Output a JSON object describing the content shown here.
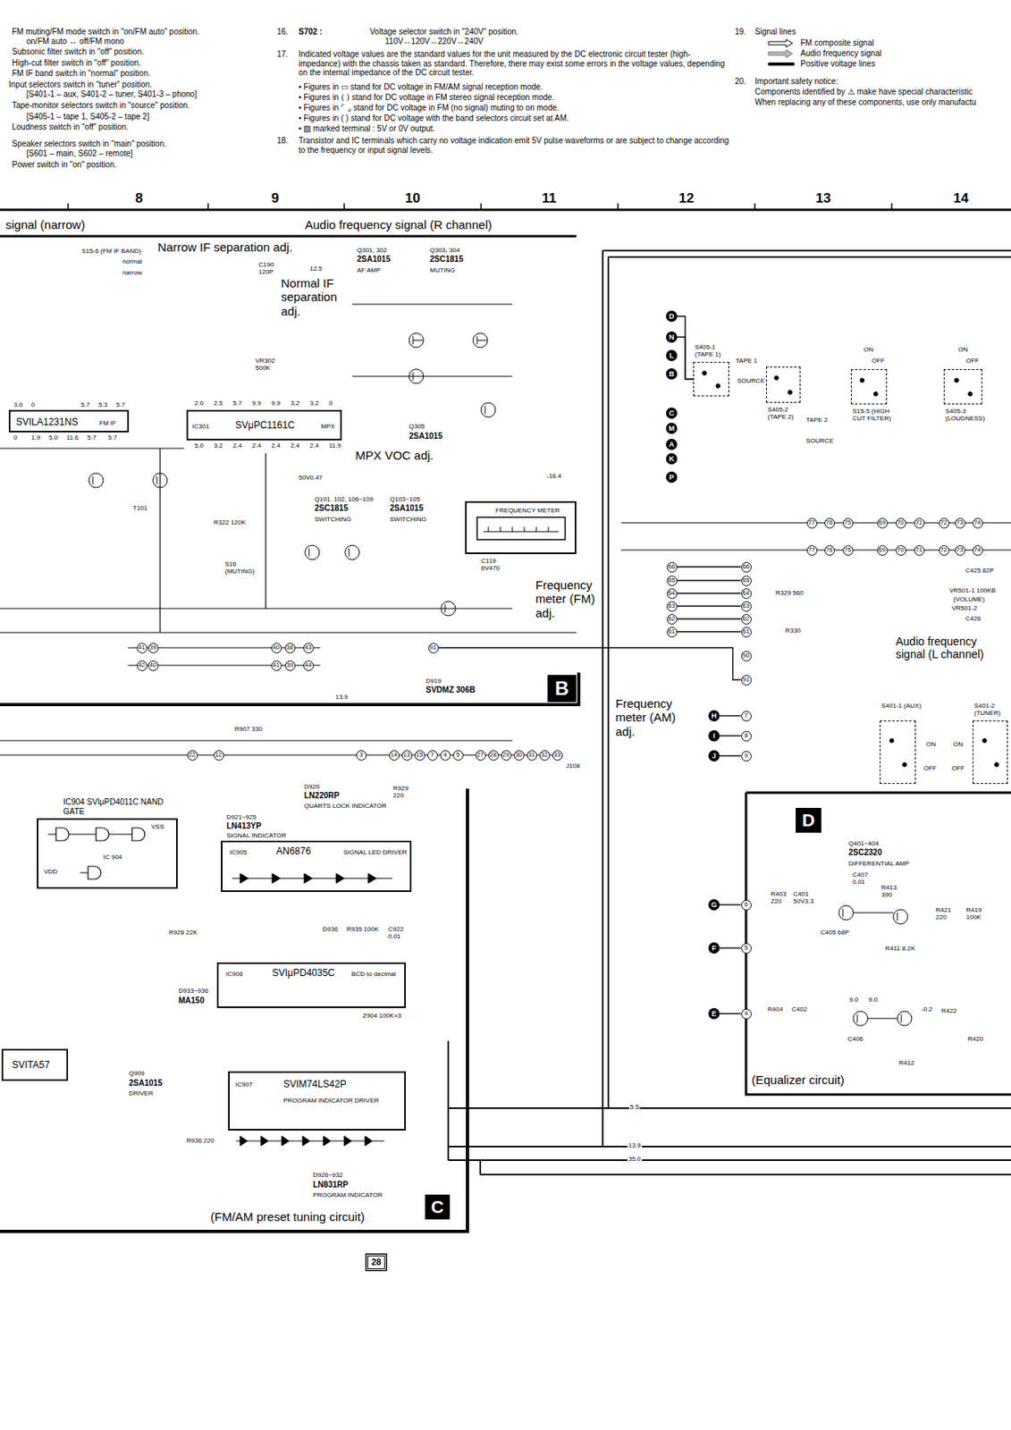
{
  "diagram": {
    "nodes": [
      {
        "text": [
          "B"
        ]
      },
      {
        "text": [
          "C"
        ]
      },
      {
        "text": [
          "D"
        ]
      },
      {
        "text": [
          "SVILA1231NS",
          "FM IF"
        ]
      },
      {
        "text": [
          "IC301",
          "SVμPC1161C",
          "MPX"
        ]
      },
      {
        "text": [
          "FREQUENCY METER"
        ]
      },
      {
        "text": [
          "IC904 SVIμPD4011C NAND GATE",
          "IC 904",
          "VDD",
          "VSS"
        ]
      },
      {
        "text": [
          "IC905",
          "AN6876",
          "SIGNAL LED DRIVER"
        ]
      },
      {
        "text": [
          "IC906",
          "SVIμPD4035C",
          "BCD to decimal"
        ]
      },
      {
        "text": [
          "IC907",
          "SVIM74LS42P",
          "PROGRAM INDICATOR DRIVER"
        ]
      },
      {
        "text": [
          "SVITA57"
        ]
      },
      {
        "text": [
          "S405-1 (TAPE 1)"
        ]
      },
      {
        "text": [
          "S405-2 (TAPE 2)"
        ]
      },
      {
        "text": [
          "S15-5 (HIGH CUT FILTER)"
        ]
      },
      {
        "text": [
          "S405-3 (LOUDNESS)"
        ]
      },
      {
        "text": [
          "S401-1 (AUX)"
        ]
      },
      {
        "text": [
          "S401-2 (TUNER)"
        ]
      },
      {
        "text": [
          "D"
        ]
      },
      {
        "text": [
          "N"
        ]
      },
      {
        "text": [
          "L"
        ]
      },
      {
        "text": [
          "B"
        ]
      },
      {
        "text": [
          "C"
        ]
      },
      {
        "text": [
          "M"
        ]
      },
      {
        "text": [
          "A"
        ]
      },
      {
        "text": [
          "K"
        ]
      },
      {
        "text": [
          "P"
        ]
      },
      {
        "text": [
          "H"
        ]
      },
      {
        "text": [
          "I"
        ]
      },
      {
        "text": [
          "J"
        ]
      },
      {
        "text": [
          "G"
        ]
      },
      {
        "text": [
          "F"
        ]
      },
      {
        "text": [
          "E"
        ]
      },
      {
        "text": [
          "66"
        ]
      },
      {
        "text": [
          "65"
        ]
      },
      {
        "text": [
          "64"
        ]
      },
      {
        "text": [
          "63"
        ]
      },
      {
        "text": [
          "62"
        ]
      },
      {
        "text": [
          "61"
        ]
      },
      {
        "text": [
          "66"
        ]
      },
      {
        "text": [
          "65"
        ]
      },
      {
        "text": [
          "64"
        ]
      },
      {
        "text": [
          "63"
        ]
      },
      {
        "text": [
          "62"
        ]
      },
      {
        "text": [
          "61"
        ]
      },
      {
        "text": [
          "90"
        ]
      },
      {
        "text": [
          "91"
        ]
      },
      {
        "text": [
          "7"
        ]
      },
      {
        "text": [
          "8"
        ]
      },
      {
        "text": [
          "9"
        ]
      },
      {
        "text": [
          "6"
        ]
      },
      {
        "text": [
          "5"
        ]
      },
      {
        "text": [
          "4"
        ]
      },
      {
        "text": [
          "77"
        ]
      },
      {
        "text": [
          "76"
        ]
      },
      {
        "text": [
          "75"
        ]
      },
      {
        "text": [
          "69"
        ]
      },
      {
        "text": [
          "70"
        ]
      },
      {
        "text": [
          "71"
        ]
      },
      {
        "text": [
          "72"
        ]
      },
      {
        "text": [
          "73"
        ]
      },
      {
        "text": [
          "74"
        ]
      },
      {
        "text": [
          "77"
        ]
      },
      {
        "text": [
          "76"
        ]
      },
      {
        "text": [
          "75"
        ]
      },
      {
        "text": [
          "69"
        ]
      },
      {
        "text": [
          "70"
        ]
      },
      {
        "text": [
          "71"
        ]
      },
      {
        "text": [
          "72"
        ]
      },
      {
        "text": [
          "73"
        ]
      },
      {
        "text": [
          "74"
        ]
      },
      {
        "text": [
          "41"
        ]
      },
      {
        "text": [
          "39"
        ]
      },
      {
        "text": [
          "40"
        ]
      },
      {
        "text": [
          "38"
        ]
      },
      {
        "text": [
          "43"
        ]
      },
      {
        "text": [
          "42"
        ]
      },
      {
        "text": [
          "40"
        ]
      },
      {
        "text": [
          "41"
        ]
      },
      {
        "text": [
          "39"
        ]
      },
      {
        "text": [
          "44"
        ]
      },
      {
        "text": [
          "91"
        ]
      },
      {
        "text": [
          "22"
        ]
      },
      {
        "text": [
          "12"
        ]
      },
      {
        "text": [
          "3"
        ]
      },
      {
        "text": [
          "14"
        ]
      },
      {
        "text": [
          "13"
        ]
      },
      {
        "text": [
          "15"
        ]
      },
      {
        "text": [
          "7"
        ]
      },
      {
        "text": [
          "4"
        ]
      },
      {
        "text": [
          "5"
        ]
      },
      {
        "text": [
          "27"
        ]
      },
      {
        "text": [
          "28"
        ]
      },
      {
        "text": [
          "29"
        ]
      },
      {
        "text": [
          "30"
        ]
      },
      {
        "text": [
          "31"
        ]
      },
      {
        "text": [
          "32"
        ]
      },
      {
        "text": [
          "33"
        ]
      },
      {
        "text": [
          "28"
        ]
      }
    ],
    "edges": [
      {
        "from": 17,
        "to": 11,
        "arrow": "none"
      },
      {
        "from": 18,
        "to": 11,
        "arrow": "none"
      },
      {
        "from": 26,
        "to": 46,
        "arrow": "none"
      },
      {
        "from": 27,
        "to": 47,
        "arrow": "none"
      },
      {
        "from": 28,
        "to": 48,
        "arrow": "none"
      },
      {
        "from": 29,
        "to": 49,
        "arrow": "none"
      },
      {
        "from": 30,
        "to": 50,
        "arrow": "none"
      },
      {
        "from": 31,
        "to": 51,
        "arrow": "none"
      },
      {
        "from": 32,
        "to": 38,
        "arrow": "none"
      },
      {
        "from": 33,
        "to": 39,
        "arrow": "none"
      },
      {
        "from": 34,
        "to": 40,
        "arrow": "none"
      },
      {
        "from": 35,
        "to": 41,
        "arrow": "none"
      },
      {
        "from": 36,
        "to": 42,
        "arrow": "none"
      },
      {
        "from": 37,
        "to": 43,
        "arrow": "none"
      },
      {
        "from": 80,
        "to": 45,
        "arrow": "none"
      }
    ],
    "labels": [
      "FM muting/FM mode switch in \"on/FM auto\" position.",
      "on/FM auto ↔ off/FM mono",
      "Subsonic filter switch in \"off\" position.",
      "High-cut filter switch in \"off\" position.",
      "FM IF band switch in \"normal\" position.",
      "Input selectors switch in \"tuner\" position.",
      "[S401-1 – aux, S401-2 – tuner, S401-3 – phono]",
      "Tape-monitor selectors switch in \"source\" position.",
      "[S405-1 – tape 1, S405-2 – tape 2]",
      "Loudness switch in \"off\" position.",
      "Speaker selectors switch in \"main\" position.",
      "[S601 – main, S602 – remote]",
      "Power switch in \"on\" position.",
      "16.",
      "S702 :",
      "Voltage selector switch in \"240V\" position.",
      "110V↔120V↔220V↔240V",
      "17.",
      "Indicated voltage values are the standard values for the unit measured by the DC electronic circuit tester (high-impedance) with the chassis taken as standard. Therefore, there may exist some errors in the voltage values, depending on the internal impedance of the DC circuit tester.",
      "• Figures in ▭ stand for DC voltage in FM/AM signal reception mode.",
      "• Figures in ⟨ ⟩ stand for DC voltage in FM stereo signal reception mode.",
      "• Figures in ⌜ ⌟ stand for DC voltage in FM (no signal) muting to on mode.",
      "• Figures in ( ) stand for DC voltage with the band selectors circuit set at AM.",
      "• ▨ marked terminal : 5V or 0V output.",
      "18.",
      "Transistor and IC terminals which carry no voltage indication emit 5V pulse waveforms or are subject to change according to the frequency or input signal levels.",
      "19.",
      "Signal lines",
      "20.",
      "Important safety notice:",
      "Components identified by ⚠ make have special characteristic",
      "When replacing any of these components, use only manufactu",
      "8",
      "9",
      "10",
      "11",
      "12",
      "13",
      "14",
      "signal (narrow)",
      "Audio frequency signal (R channel)",
      "Narrow IF separation adj.",
      "Normal IF separation adj.",
      "MPX VOC adj.",
      "Frequency meter (FM) adj.",
      "Frequency meter (AM) adj.",
      "Audio frequency signal (L channel)",
      "(Equalizer circuit)",
      "(FM/AM preset tuning circuit)",
      "S15-6 (FM IF BAND)",
      "normal",
      "narrow",
      "C190 120P",
      "12.5",
      "VR302 500K",
      "Q301, 302",
      "2SA1015",
      "AF AMP",
      "Q303, 304",
      "2SC1815",
      "MUTING",
      "Q305",
      "2SA1015",
      "Q101, 102, 106~109",
      "2SC1815",
      "SWITCHING",
      "Q103~105",
      "2SA1015",
      "SWITCHING",
      "S16 (MUTING)",
      "R322 120K",
      "T101",
      "-16.4",
      "50V0.47",
      "C119 6V470",
      "D919",
      "SVDMZ 306B",
      "13.9",
      "R907 330",
      "D920",
      "LN220RP",
      "QUARTS LOCK INDICATOR",
      "R929 220",
      "D921~925",
      "LN413YP",
      "SIGNAL INDICATOR",
      "R926 22K",
      "D933~936",
      "MA150",
      "D936",
      "R935 100K",
      "C922 0.01",
      "Z904 100K×3",
      "Q909",
      "2SA1015",
      "DRIVER",
      "R936 220",
      "D926~932",
      "LN831RP",
      "PROGRAM INDICATOR",
      "5.5",
      "13.9",
      "35.0",
      "J108",
      "Q401~404",
      "2SC2320",
      "DIFFERENTIAL AMP",
      "R403 220",
      "C401 50V3.3",
      "C405 68P",
      "R413 390",
      "C407 0.01",
      "R411 8.2K",
      "R421 220",
      "R419 100K",
      "R404",
      "C402",
      "C406",
      "R412",
      "R422",
      "R420",
      "9.0",
      "9.0",
      "-0.2",
      "VR501-1 100KB",
      "(VOLUME)",
      "VR501-2",
      "C426",
      "C425 82P",
      "R329 560",
      "R330",
      "TAPE 1",
      "SOURCE",
      "TAPE 2",
      "SOURCE",
      "ON",
      "OFF",
      "ON",
      "OFF",
      "ON",
      "OFF",
      "ON",
      "OFF",
      "2.0",
      "2.5",
      "5.7",
      "9.9",
      "9.9",
      "3.2",
      "3.2",
      "0",
      "5.0",
      "3.2",
      "2.4",
      "2.4",
      "2.4",
      "2.4",
      "2.4",
      "11.9",
      "3.0",
      "0",
      "5.7",
      "5.3",
      "5.7",
      "0",
      "1.9",
      "5.0",
      "11.6",
      "5.7",
      "5.7"
    ],
    "legend": [
      {
        "text": "FM composite signal"
      },
      {
        "text": "Audio frequency signal"
      },
      {
        "text": "Positive voltage lines"
      }
    ]
  }
}
